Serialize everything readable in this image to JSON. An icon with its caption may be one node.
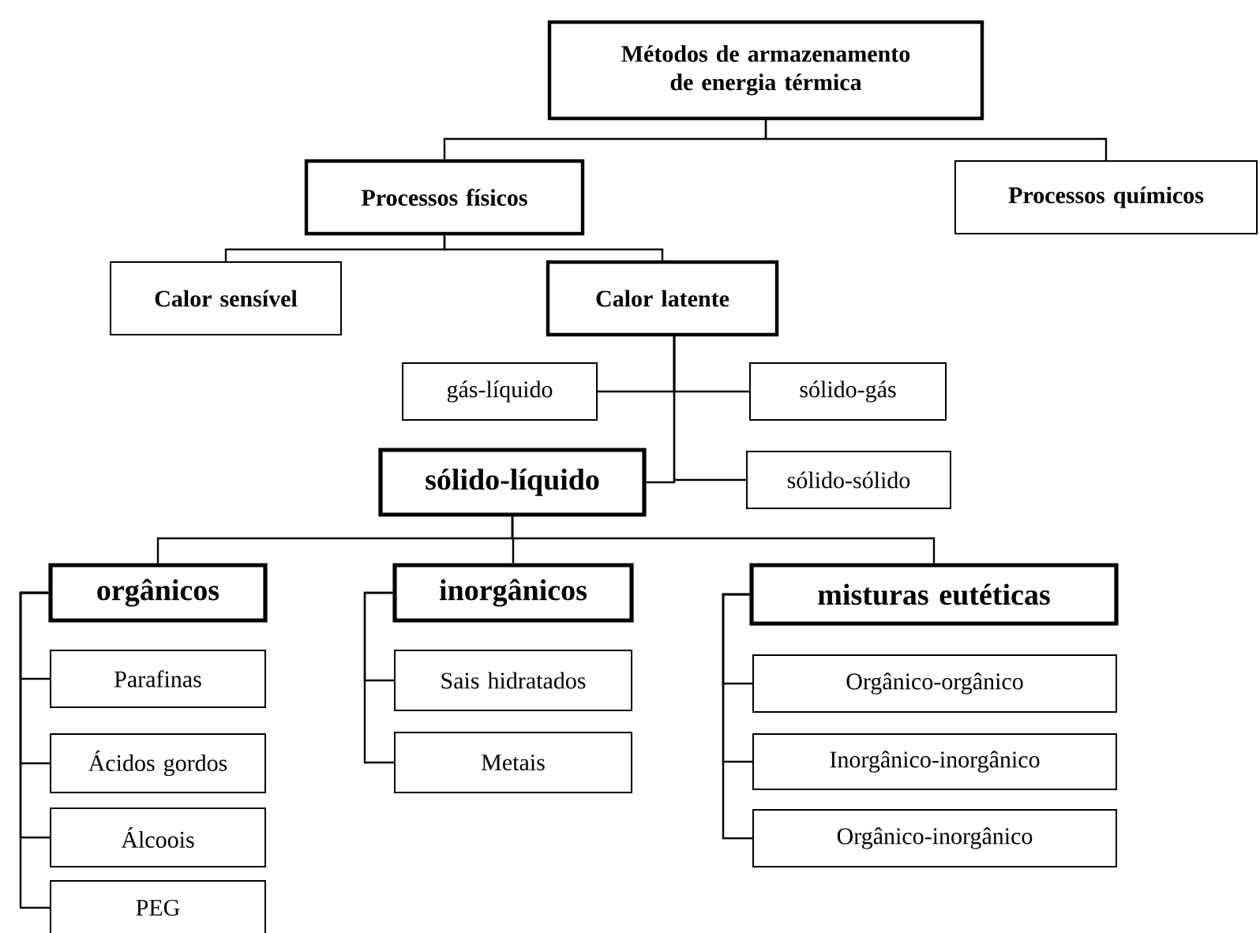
{
  "diagram": {
    "nodes": [
      {
        "text": [
          "Métodos de armazenamento de energia térmica"
        ]
      },
      {
        "text": [
          "Processos físicos"
        ]
      },
      {
        "text": [
          "Processos químicos"
        ]
      },
      {
        "text": [
          "Calor sensível"
        ]
      },
      {
        "text": [
          "Calor latente"
        ]
      },
      {
        "text": [
          "gás-líquido"
        ]
      },
      {
        "text": [
          "sólido-gás"
        ]
      },
      {
        "text": [
          "sólido-líquido"
        ]
      },
      {
        "text": [
          "sólido-sólido"
        ]
      },
      {
        "text": [
          "orgânicos"
        ]
      },
      {
        "text": [
          "inorgânicos"
        ]
      },
      {
        "text": [
          "misturas eutéticas"
        ]
      },
      {
        "text": [
          "Parafinas"
        ]
      },
      {
        "text": [
          "Ácidos gordos"
        ]
      },
      {
        "text": [
          "Álcoois"
        ]
      },
      {
        "text": [
          "PEG"
        ]
      },
      {
        "text": [
          "Sais hidratados"
        ]
      },
      {
        "text": [
          "Metais"
        ]
      },
      {
        "text": [
          "Orgânico-orgânico"
        ]
      },
      {
        "text": [
          "Inorgânico-inorgânico"
        ]
      },
      {
        "text": [
          "Orgânico-inorgânico"
        ]
      }
    ],
    "edges": [
      {
        "from": 0,
        "to": 1,
        "arrow": "none"
      },
      {
        "from": 0,
        "to": 2,
        "arrow": "none"
      },
      {
        "from": 1,
        "to": 3,
        "arrow": "none"
      },
      {
        "from": 1,
        "to": 4,
        "arrow": "none"
      },
      {
        "from": 4,
        "to": 5,
        "arrow": "none"
      },
      {
        "from": 4,
        "to": 6,
        "arrow": "none"
      },
      {
        "from": 4,
        "to": 7,
        "arrow": "none"
      },
      {
        "from": 4,
        "to": 8,
        "arrow": "none"
      },
      {
        "from": 7,
        "to": 9,
        "arrow": "none"
      },
      {
        "from": 7,
        "to": 10,
        "arrow": "none"
      },
      {
        "from": 7,
        "to": 11,
        "arrow": "none"
      },
      {
        "from": 9,
        "to": 12,
        "arrow": "none"
      },
      {
        "from": 9,
        "to": 13,
        "arrow": "none"
      },
      {
        "from": 9,
        "to": 14,
        "arrow": "none"
      },
      {
        "from": 9,
        "to": 15,
        "arrow": "none"
      },
      {
        "from": 10,
        "to": 16,
        "arrow": "none"
      },
      {
        "from": 10,
        "to": 17,
        "arrow": "none"
      },
      {
        "from": 11,
        "to": 18,
        "arrow": "none"
      },
      {
        "from": 11,
        "to": 19,
        "arrow": "none"
      },
      {
        "from": 11,
        "to": 20,
        "arrow": "none"
      }
    ]
  }
}
